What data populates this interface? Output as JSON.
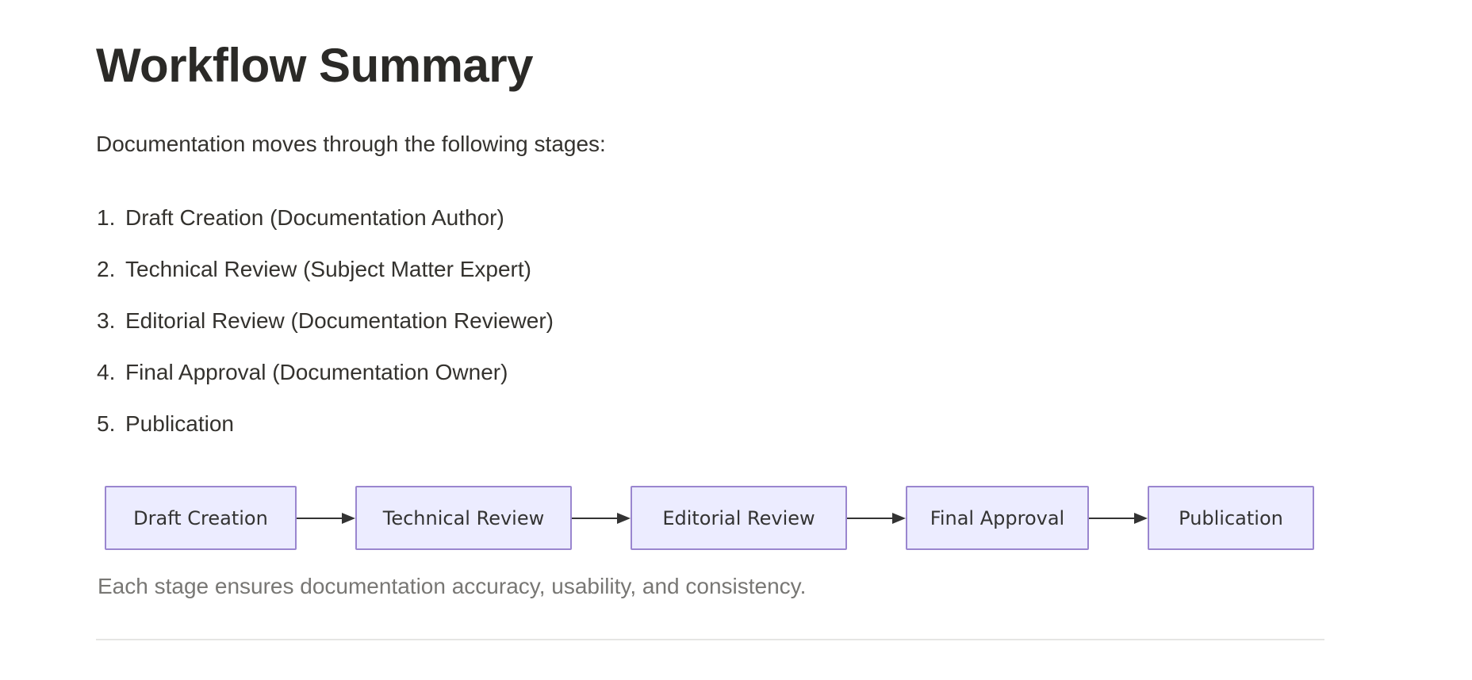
{
  "page": {
    "heading": "Workflow Summary",
    "intro": "Documentation moves through the following stages:",
    "list": [
      {
        "num": "1.",
        "text": "Draft Creation (Documentation Author)"
      },
      {
        "num": "2.",
        "text": "Technical Review (Subject Matter Expert)"
      },
      {
        "num": "3.",
        "text": "Editorial Review (Documentation Reviewer)"
      },
      {
        "num": "4.",
        "text": "Final Approval (Documentation Owner)"
      },
      {
        "num": "5.",
        "text": "Publication"
      }
    ],
    "caption": "Each stage ensures documentation accuracy, usability, and consistency."
  },
  "diagram": {
    "type": "flowchart",
    "direction": "left-to-right",
    "nodes": [
      "Draft Creation",
      "Technical Review",
      "Editorial Review",
      "Final Approval",
      "Publication"
    ],
    "edges": [
      {
        "from": "Draft Creation",
        "to": "Technical Review"
      },
      {
        "from": "Technical Review",
        "to": "Editorial Review"
      },
      {
        "from": "Editorial Review",
        "to": "Final Approval"
      },
      {
        "from": "Final Approval",
        "to": "Publication"
      }
    ],
    "colors": {
      "node_fill": "#ECECFF",
      "node_border": "#9a86cf",
      "arrow": "#333333",
      "divider": "#e5e5e4",
      "caption_text": "#787774",
      "body_text": "#34322e"
    }
  }
}
